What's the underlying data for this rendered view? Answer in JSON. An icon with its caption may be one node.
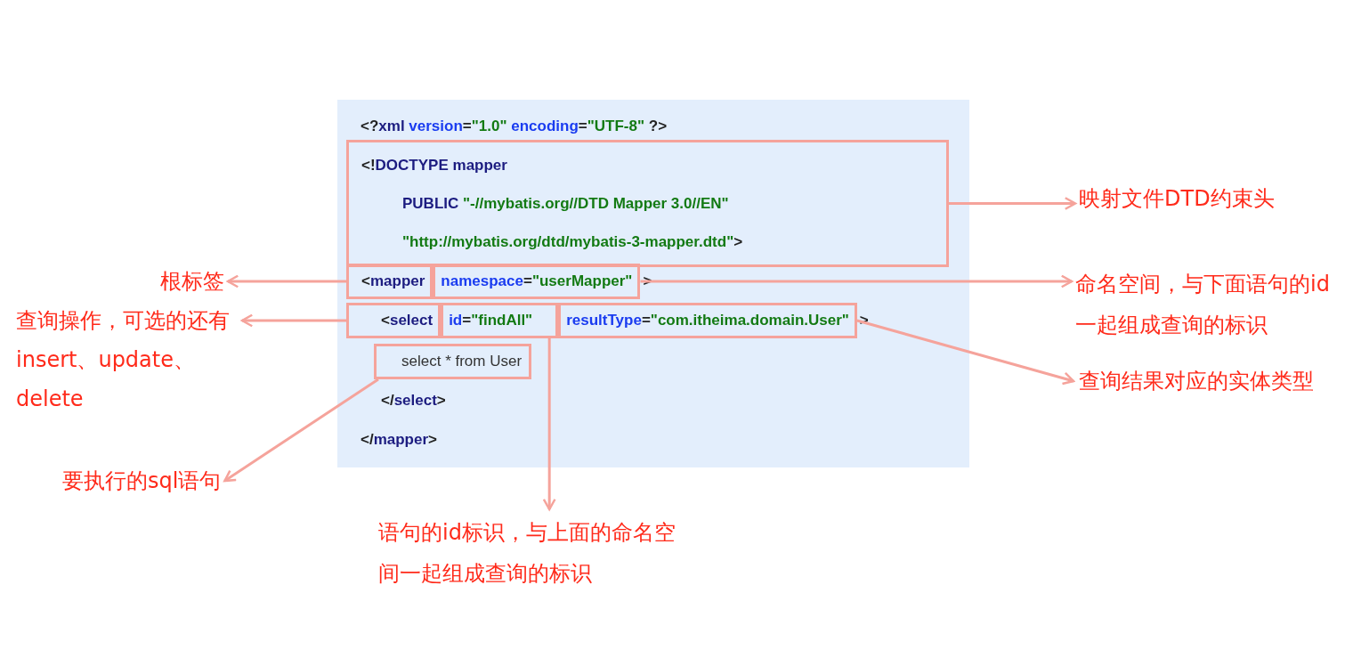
{
  "diagram": {
    "nodes": [
      {
        "text": [
          "<?xml version=\"1.0\" encoding=\"UTF-8\" ?>",
          "</select>",
          "</mapper>"
        ]
      },
      {
        "text": [
          "<!DOCTYPE mapper",
          "PUBLIC \"-//mybatis.org//DTD Mapper 3.0//EN\"",
          "\"http://mybatis.org/dtd/mybatis-3-mapper.dtd\">"
        ],
        "in": 0
      },
      {
        "text": [
          "<mapper"
        ],
        "in": 0
      },
      {
        "text": [
          "namespace=\"userMapper\""
        ],
        "in": 0
      },
      {
        "text": [
          "<select"
        ],
        "in": 0
      },
      {
        "text": [
          "id=\"findAll\""
        ],
        "in": 0
      },
      {
        "text": [
          "resultType=\"com.itheima.domain.User\""
        ],
        "in": 0
      },
      {
        "text": [
          "select * from User"
        ],
        "in": 0
      },
      {
        "text": [
          "映射文件DTD约束头"
        ]
      },
      {
        "text": [
          "根标签"
        ]
      },
      {
        "text": [
          "命名空间，与下面语句的id一起组成查询的标识"
        ]
      },
      {
        "text": [
          "查询操作，可选的还有insert、update、delete"
        ]
      },
      {
        "text": [
          "查询结果对应的实体类型"
        ]
      },
      {
        "text": [
          "要执行的sql语句"
        ]
      },
      {
        "text": [
          "语句的id标识，与上面的命名空间一起组成查询的标识"
        ]
      }
    ],
    "edges": [
      {
        "from": 1,
        "to": 8,
        "arrow": "to"
      },
      {
        "from": 2,
        "to": 9,
        "arrow": "to"
      },
      {
        "from": 3,
        "to": 10,
        "arrow": "to"
      },
      {
        "from": 4,
        "to": 11,
        "arrow": "to"
      },
      {
        "from": 6,
        "to": 12,
        "arrow": "to"
      },
      {
        "from": 7,
        "to": 13,
        "arrow": "to"
      },
      {
        "from": 5,
        "to": 14,
        "arrow": "to"
      }
    ],
    "labels": [
      ">",
      ">"
    ]
  }
}
